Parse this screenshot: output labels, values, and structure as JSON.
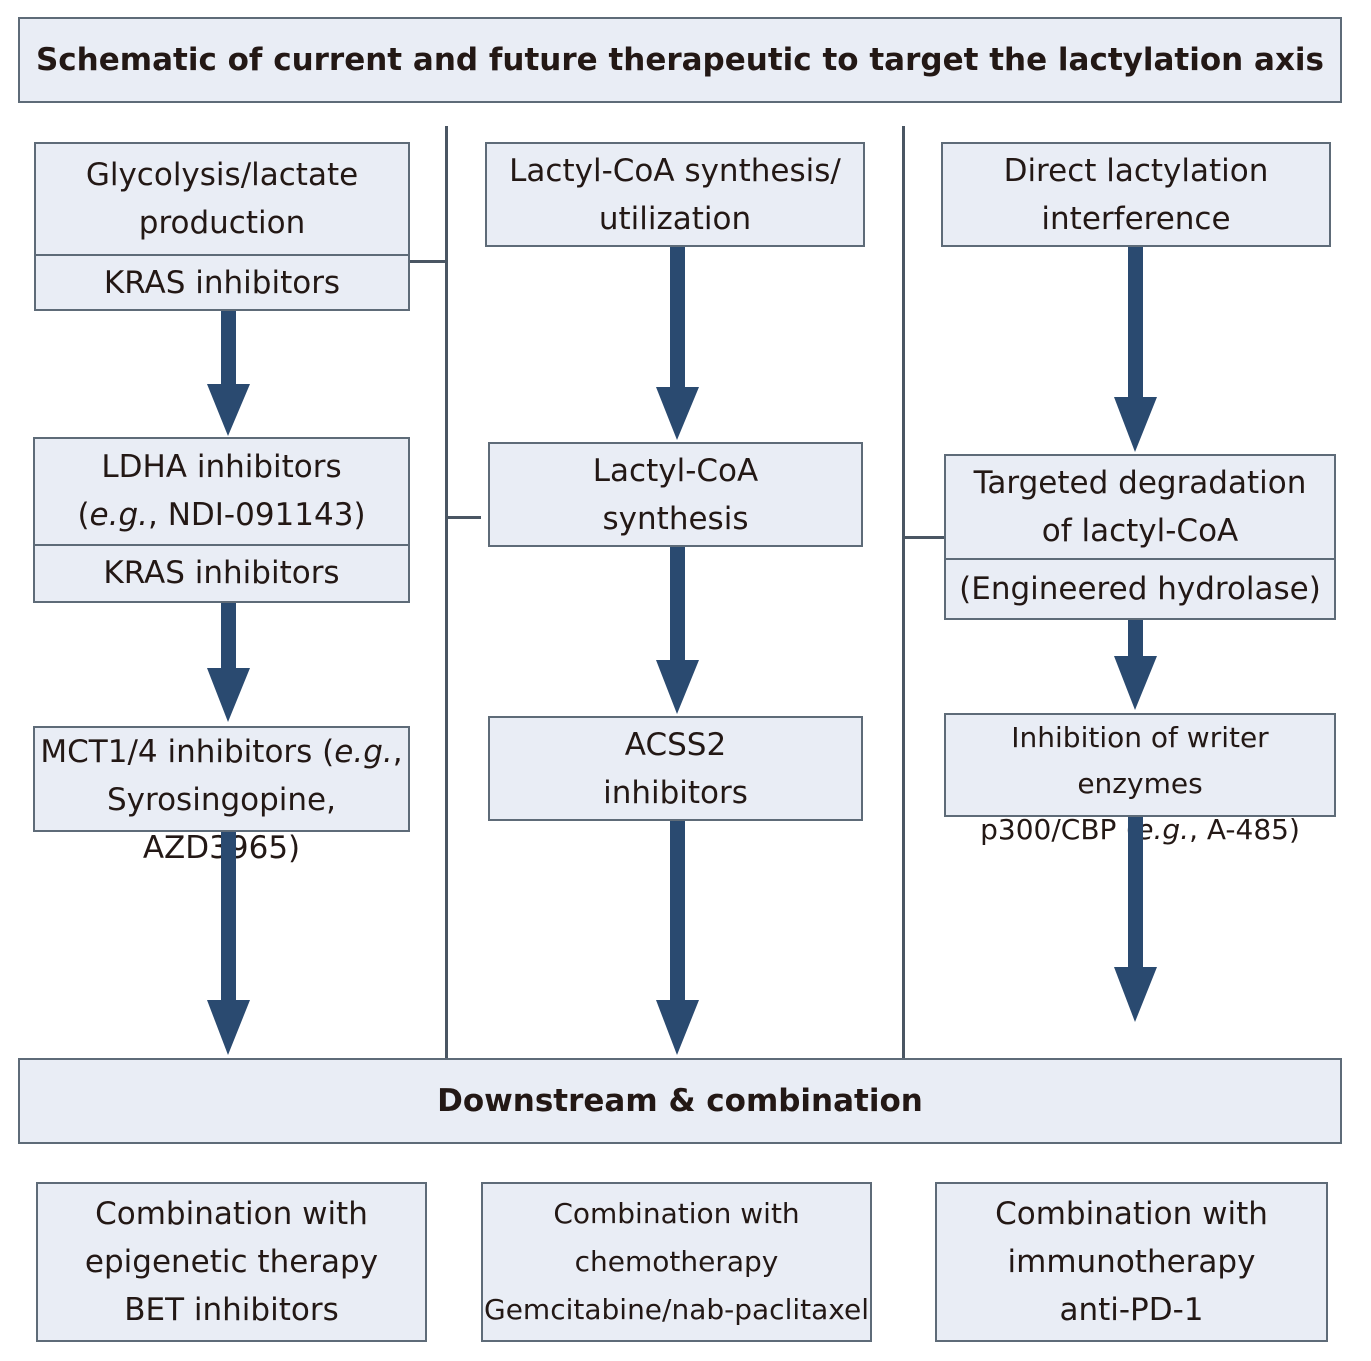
{
  "title": "Schematic of current and future therapeutic to target the lactylation axis",
  "columns": [
    {
      "header": {
        "line1": "Glycolysis/lactate",
        "line2": "production",
        "sub": "KRAS inhibitors"
      },
      "step2": {
        "line1": "LDHA inhibitors",
        "eg": "e.g.",
        "line2_rest": ", NDI-091143)",
        "sub": "KRAS inhibitors"
      },
      "step3": {
        "line1_pre": "MCT1/4 inhibitors (",
        "eg": "e.g.",
        "line1_post": ",",
        "line2": "Syrosingopine, AZD3965)"
      }
    },
    {
      "header": {
        "line1": "Lactyl-CoA synthesis/",
        "line2": "utilization"
      },
      "step2": {
        "line1": "Lactyl-CoA",
        "line2": "synthesis"
      },
      "step3": {
        "line1": "ACSS2",
        "line2": "inhibitors"
      }
    },
    {
      "header": {
        "line1": "Direct lactylation",
        "line2": "interference"
      },
      "step2": {
        "line1": "Targeted degradation",
        "line2": "of lactyl-CoA",
        "sub": "(Engineered hydrolase)"
      },
      "step3": {
        "line1": "Inhibition of writer enzymes",
        "line2_pre": "p300/CBP (",
        "eg": "e.g.",
        "line2_post": ", A-485)"
      }
    }
  ],
  "downstream": "Downstream & combination",
  "combinations": [
    {
      "line1": "Combination with",
      "line2": "epigenetic therapy",
      "line3": "BET inhibitors"
    },
    {
      "line1": "Combination with",
      "line2": "chemotherapy",
      "line3": "Gemcitabine/nab-paclitaxel"
    },
    {
      "line1": "Combination with",
      "line2": "immunotherapy",
      "line3": "anti-PD-1"
    }
  ],
  "colors": {
    "box_fill": "#e9edf5",
    "box_border": "#5e6b78",
    "arrow": "#2a4a70",
    "line": "#4a5663"
  }
}
